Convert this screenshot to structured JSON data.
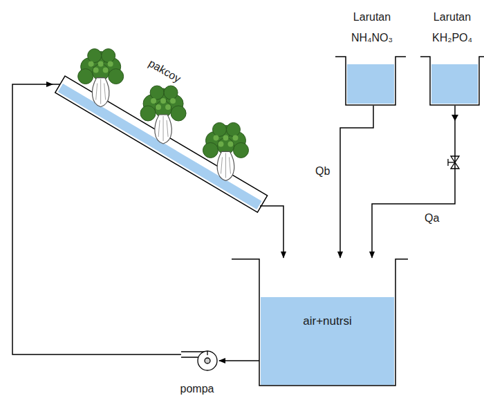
{
  "diagram": {
    "nodes": [
      {
        "text": [
          "Larutan NH₄NO₃"
        ]
      },
      {
        "text": [
          "Larutan KH₂PO₄"
        ]
      },
      {
        "text": [
          "pakcoy"
        ]
      },
      {
        "text": [
          "air+nutrsi"
        ]
      },
      {
        "text": [
          "pompa"
        ]
      }
    ],
    "edges": [
      {
        "from": 0,
        "to": 3,
        "label": "Qb",
        "arrow": "to"
      },
      {
        "from": 1,
        "to": 3,
        "label": "Qa",
        "arrow": "to"
      },
      {
        "from": 2,
        "to": 3,
        "arrow": "to"
      },
      {
        "from": 3,
        "to": 4,
        "arrow": "to"
      },
      {
        "from": 4,
        "to": 2,
        "arrow": "to"
      }
    ]
  }
}
